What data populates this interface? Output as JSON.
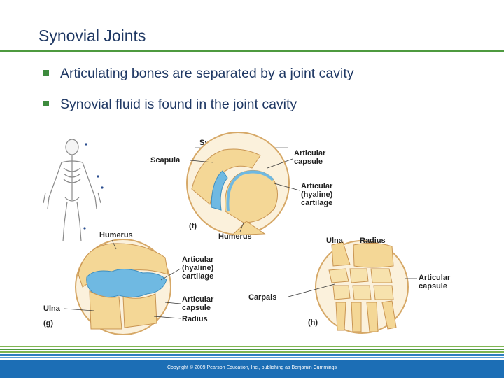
{
  "slide": {
    "title": "Synovial Joints",
    "bullets": [
      "Articulating bones are separated by a joint cavity",
      "Synovial fluid is found in the joint cavity"
    ]
  },
  "figure": {
    "heading": "Synovial Joints",
    "labels": {
      "scapula": "Scapula",
      "articular_capsule_f": "Articular\ncapsule",
      "articular_cartilage_f": "Articular\n(hyaline)\ncartilage",
      "panel_f": "(f)",
      "humerus_f": "Humerus",
      "humerus_g": "Humerus",
      "articular_cartilage_g": "Articular\n(hyaline)\ncartilage",
      "articular_capsule_g": "Articular\ncapsule",
      "radius_g": "Radius",
      "ulna_g": "Ulna",
      "panel_g": "(g)",
      "carpals": "Carpals",
      "ulna_h": "Ulna",
      "radius_h": "Radius",
      "articular_capsule_h": "Articular\ncapsule",
      "panel_h": "(h)"
    }
  },
  "footer": {
    "copyright": "Copyright © 2009 Pearson Education, Inc., publishing as Benjamin Cummings"
  },
  "colors": {
    "title": "#1f3864",
    "accent_green": "#4e9a3f",
    "footer_blue": "#1c6eb5",
    "bone": "#f6dfa6",
    "cartilage": "#7cc4e8"
  }
}
